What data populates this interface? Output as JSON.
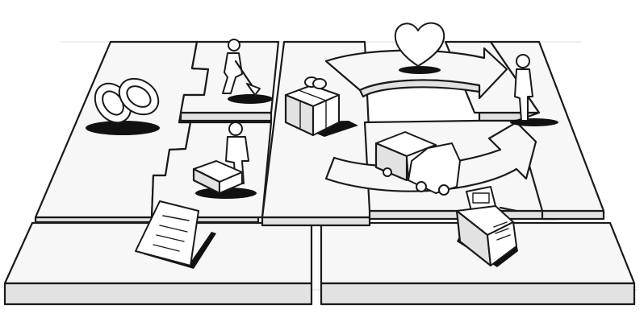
{
  "canvas": {
    "background": "#ffffff",
    "ink": "#1a1a1a",
    "block_top": "#f7f7f7",
    "block_side": "#e2e2e2",
    "shadow": "#111111"
  },
  "illustration": {
    "style": "hand-drawn isometric sketch, black ink on white",
    "blocks": [
      "key-partners-block",
      "key-activities-block",
      "key-resources-block",
      "value-proposition-block",
      "customer-relationships-block",
      "channels-block",
      "customer-segments-block",
      "cost-structure-block",
      "revenue-streams-block"
    ],
    "icons": [
      "chain-links-icon",
      "person-digging-icon",
      "person-with-package-icon",
      "gift-box-icon",
      "heart-icon",
      "standing-person-icon",
      "delivery-truck-icon",
      "document-icon",
      "cash-register-icon",
      "circular-arrows-icon"
    ]
  }
}
